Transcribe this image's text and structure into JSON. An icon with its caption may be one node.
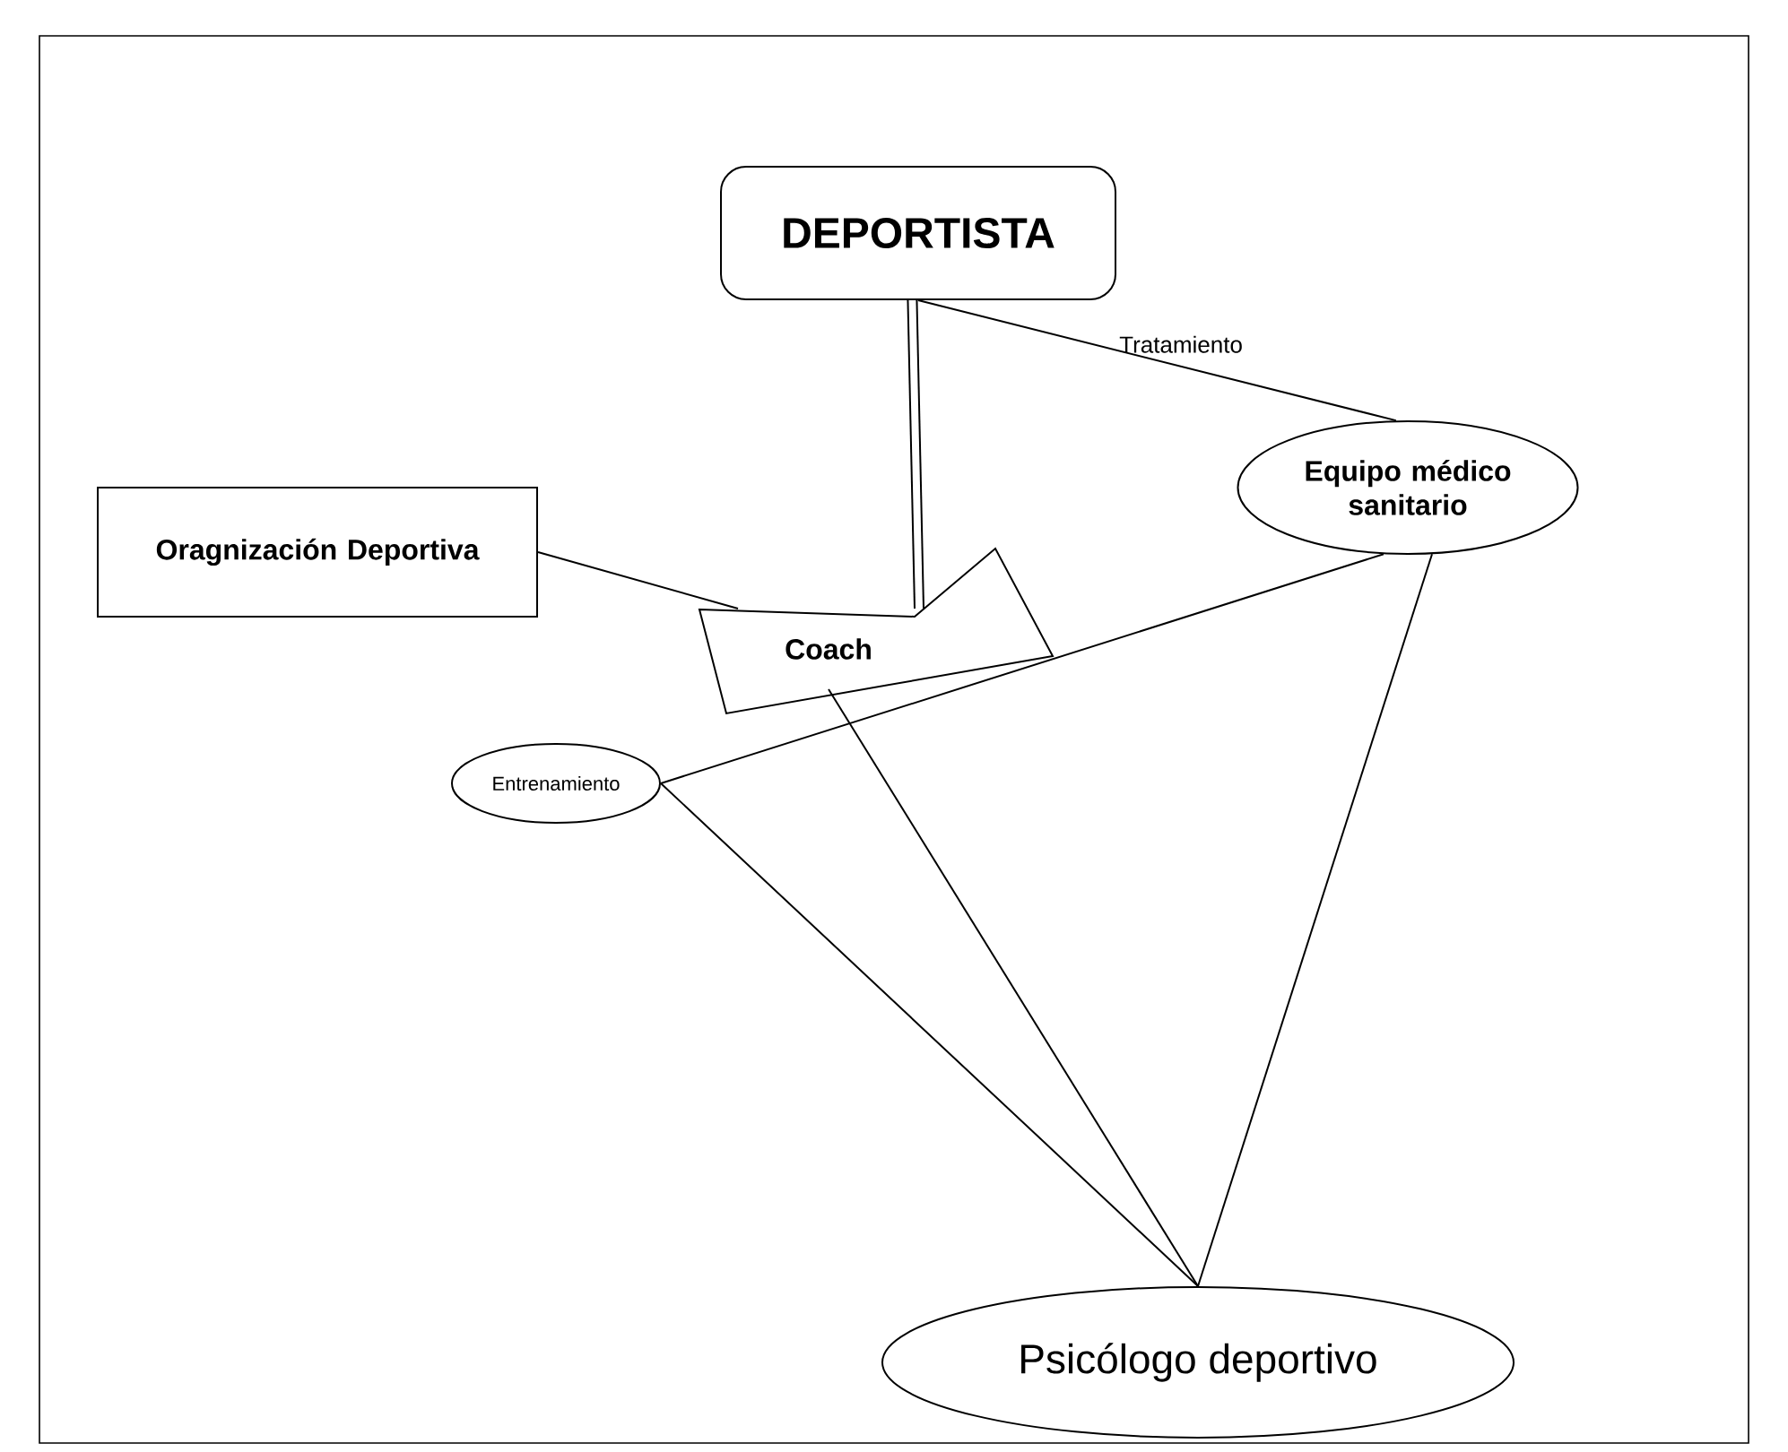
{
  "diagram": {
    "nodes": [
      {
        "text": [
          "DEPORTISTA"
        ]
      },
      {
        "text": [
          "Equipo médico sanitario"
        ]
      },
      {
        "text": [
          "Oragnización Deportiva"
        ]
      },
      {
        "text": [
          "Coach"
        ]
      },
      {
        "text": [
          "Entrenamiento"
        ]
      },
      {
        "text": [
          "Psicólogo deportivo"
        ]
      }
    ],
    "edges": [
      {
        "from": 0,
        "to": 3,
        "arrow": "none",
        "style": "thick"
      },
      {
        "from": 0,
        "to": 1,
        "arrow": "none",
        "label": "Tratamiento"
      },
      {
        "from": 2,
        "to": 3,
        "arrow": "none"
      },
      {
        "from": 1,
        "to": 4,
        "arrow": "none"
      },
      {
        "from": 1,
        "to": 5,
        "arrow": "none"
      },
      {
        "from": 3,
        "to": 5,
        "arrow": "none"
      },
      {
        "from": 4,
        "to": 5,
        "arrow": "none"
      }
    ]
  }
}
